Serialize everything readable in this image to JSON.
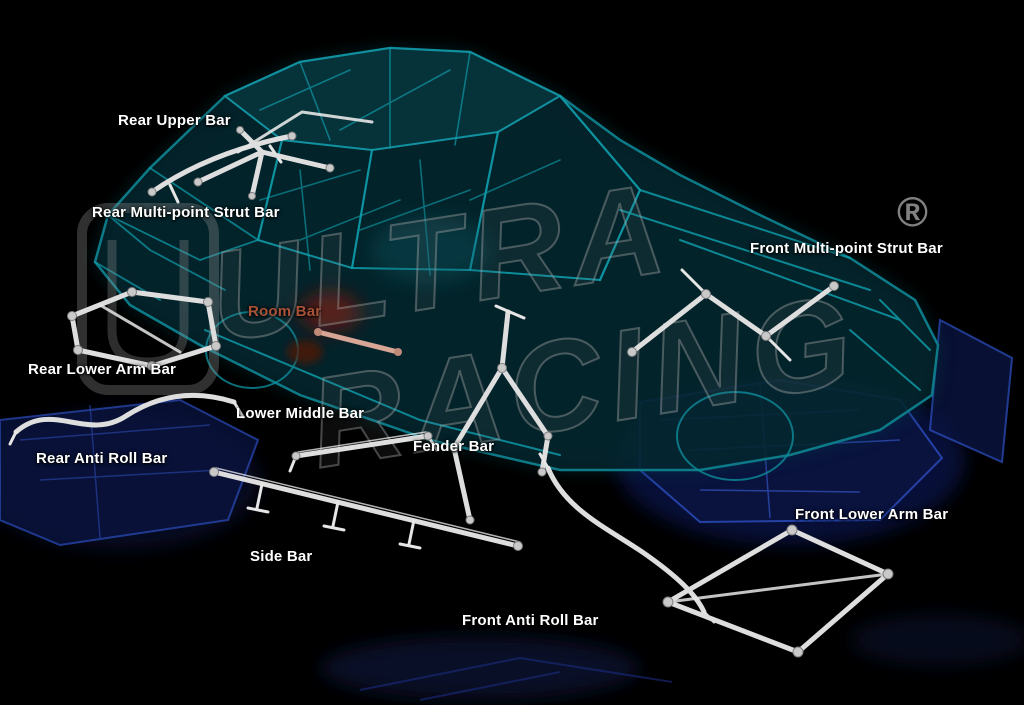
{
  "labels": {
    "rear_upper_bar": "Rear Upper Bar",
    "rear_multi_point_strut_bar": "Rear Multi-point Strut Bar",
    "room_bar": "Room Bar",
    "rear_lower_arm_bar": "Rear Lower Arm Bar",
    "lower_middle_bar": "Lower Middle Bar",
    "rear_anti_roll_bar": "Rear Anti Roll Bar",
    "fender_bar": "Fender Bar",
    "side_bar": "Side Bar",
    "front_anti_roll_bar": "Front Anti Roll Bar",
    "front_lower_arm_bar": "Front Lower Arm Bar",
    "front_multi_point_strut_bar": "Front Multi-point Strut Bar"
  },
  "watermark": {
    "line1": "ULTRA",
    "line2": "RACING",
    "registered": "®"
  },
  "colors": {
    "background": "#000000",
    "label_text": "#ffffff",
    "room_bar_label": "#a85238",
    "car_wireframe": "#0fa0ae",
    "chassis_blue": "#2a4ab8",
    "bar_metal": "#dedede",
    "watermark_gray": "#9a9a9a"
  }
}
